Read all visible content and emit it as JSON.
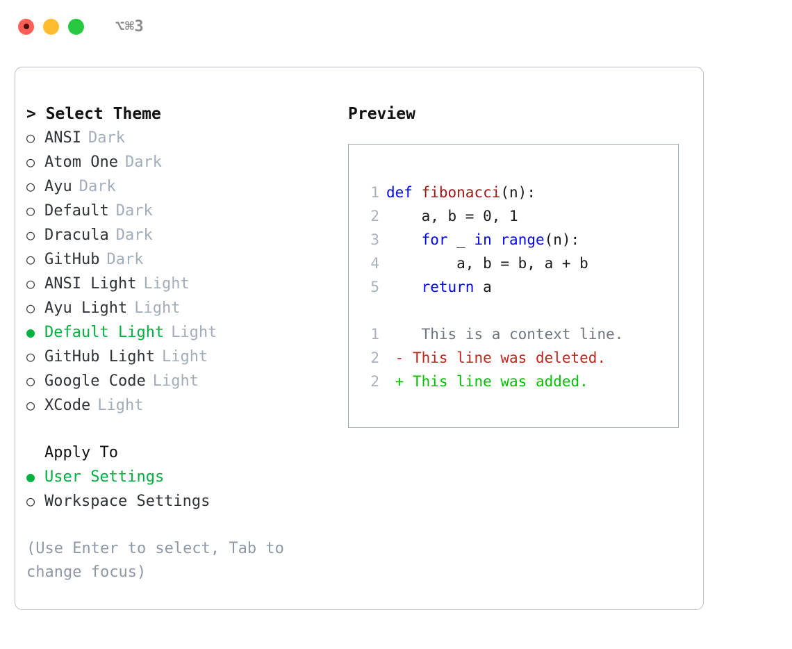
{
  "titlebar": {
    "shortcut": "⌥⌘3",
    "lights": [
      {
        "name": "close",
        "color": "#ff5f57"
      },
      {
        "name": "minimize",
        "color": "#febc2e"
      },
      {
        "name": "maximize",
        "color": "#28c840"
      }
    ]
  },
  "theme_panel": {
    "header": "> Select Theme",
    "selected_marker": "●",
    "unselected_marker": "○",
    "accent_color": "#00b140",
    "themes": [
      {
        "name": "ANSI",
        "kind": "Dark",
        "selected": false
      },
      {
        "name": "Atom One",
        "kind": "Dark",
        "selected": false
      },
      {
        "name": "Ayu",
        "kind": "Dark",
        "selected": false
      },
      {
        "name": "Default",
        "kind": "Dark",
        "selected": false
      },
      {
        "name": "Dracula",
        "kind": "Dark",
        "selected": false
      },
      {
        "name": "GitHub",
        "kind": "Dark",
        "selected": false
      },
      {
        "name": "ANSI Light",
        "kind": "Light",
        "selected": false
      },
      {
        "name": "Ayu Light",
        "kind": "Light",
        "selected": false
      },
      {
        "name": "Default Light",
        "kind": "Light",
        "selected": true
      },
      {
        "name": "GitHub Light",
        "kind": "Light",
        "selected": false
      },
      {
        "name": "Google Code",
        "kind": "Light",
        "selected": false
      },
      {
        "name": "XCode",
        "kind": "Light",
        "selected": false
      }
    ]
  },
  "apply_to": {
    "header": "Apply To",
    "options": [
      {
        "label": "User Settings",
        "selected": true
      },
      {
        "label": "Workspace Settings",
        "selected": false
      }
    ]
  },
  "hint": "(Use Enter to select, Tab to change focus)",
  "preview": {
    "title": "Preview",
    "border_color": "#9aa5b5",
    "code": [
      {
        "num": "1",
        "tokens": [
          {
            "t": "def",
            "c": "kw"
          },
          {
            "t": " ",
            "c": ""
          },
          {
            "t": "fibonacci",
            "c": "fn"
          },
          {
            "t": "(n):",
            "c": ""
          }
        ]
      },
      {
        "num": "2",
        "tokens": [
          {
            "t": "    a, b = 0, 1",
            "c": ""
          }
        ]
      },
      {
        "num": "3",
        "tokens": [
          {
            "t": "    ",
            "c": ""
          },
          {
            "t": "for",
            "c": "kw"
          },
          {
            "t": " _ ",
            "c": ""
          },
          {
            "t": "in",
            "c": "kw"
          },
          {
            "t": " ",
            "c": ""
          },
          {
            "t": "range",
            "c": "kw"
          },
          {
            "t": "(n):",
            "c": ""
          }
        ]
      },
      {
        "num": "4",
        "tokens": [
          {
            "t": "        a, b = b, a + b",
            "c": ""
          }
        ]
      },
      {
        "num": "5",
        "tokens": [
          {
            "t": "    ",
            "c": ""
          },
          {
            "t": "return",
            "c": "kw"
          },
          {
            "t": " a",
            "c": ""
          }
        ]
      }
    ],
    "diff": [
      {
        "num": "1",
        "sign": " ",
        "text": "  This is a context line.",
        "kind": "diff-context"
      },
      {
        "num": "2",
        "sign": "-",
        "text": " This line was deleted.",
        "kind": "diff-del"
      },
      {
        "num": "2",
        "sign": "+",
        "text": " This line was added.",
        "kind": "diff-add"
      }
    ],
    "colors": {
      "keyword": "#0000ff",
      "function": "#a31515",
      "line_number": "#a9b0ba",
      "diff_context": "#6e7680",
      "diff_deleted": "#c0241a",
      "diff_added": "#00c000"
    }
  }
}
